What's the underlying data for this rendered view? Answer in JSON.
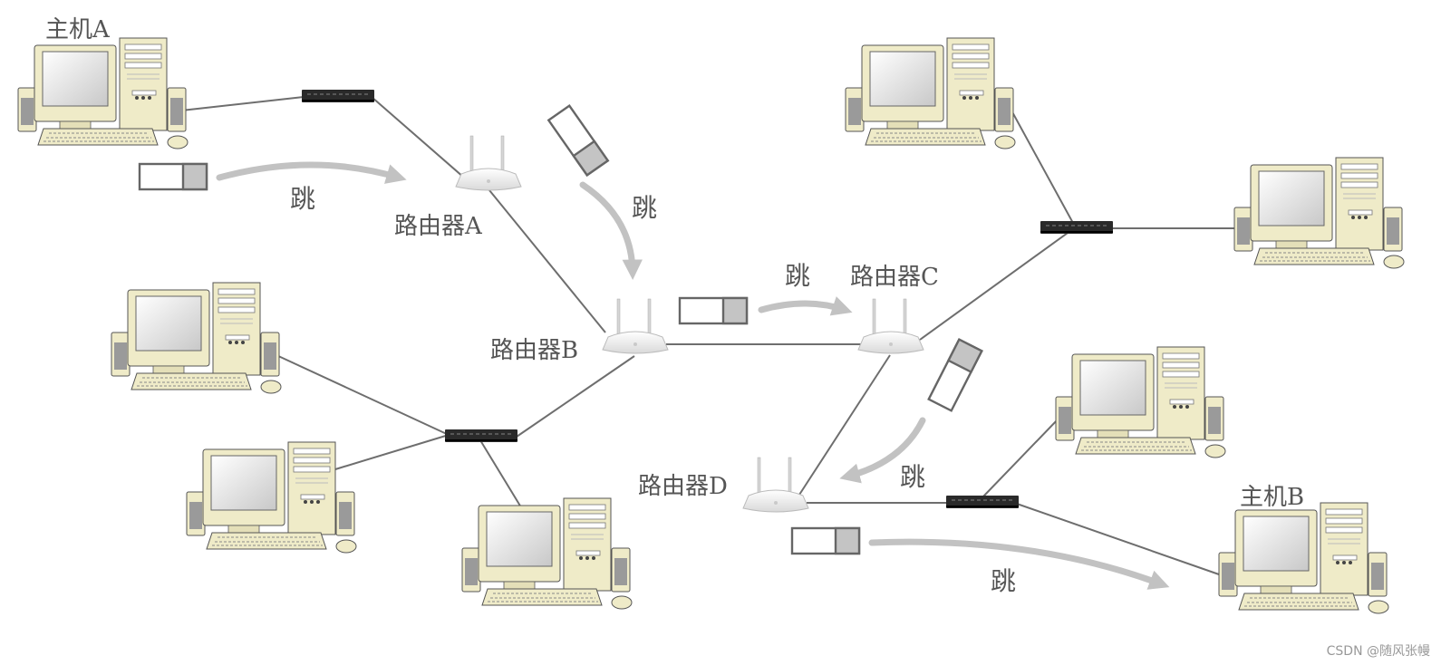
{
  "labels": {
    "host_a": "主机A",
    "host_b": "主机B",
    "router_a": "路由器A",
    "router_b": "路由器B",
    "router_c": "路由器C",
    "router_d": "路由器D",
    "hop": "跳"
  },
  "watermark": "CSDN @随风张幔",
  "colors": {
    "link": "#6e6e6e",
    "hop_arrow": "#c2c2c2",
    "packet_fill": "#c4c4c4",
    "packet_border": "#666666",
    "computer_body": "#efebc8",
    "switch": "#2a2a2a",
    "router": "#f2f2f2"
  },
  "icons": {
    "computer": "desktop-computer-icon",
    "switch": "network-switch-icon",
    "router": "wifi-router-icon",
    "packet": "packet-icon"
  }
}
